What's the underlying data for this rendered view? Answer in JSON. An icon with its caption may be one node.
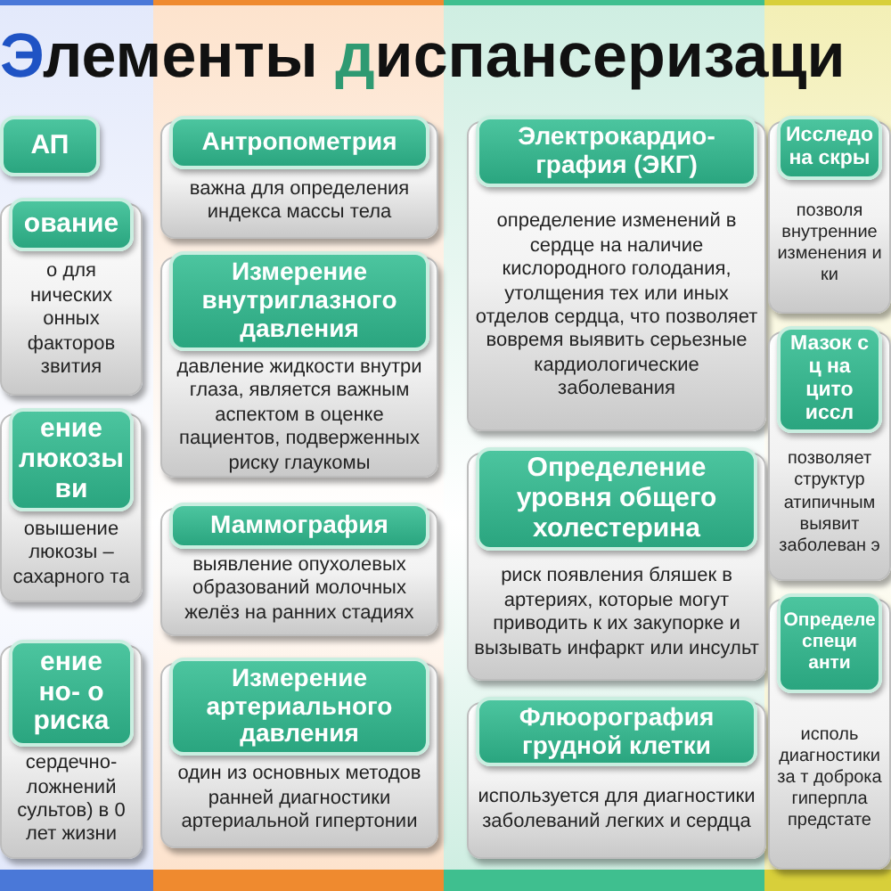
{
  "diagram": {
    "title": "Элементы диспансеризаци",
    "nodes": [
      {
        "text": [
          "АП"
        ]
      },
      {
        "text": [
          "ование",
          "о для нических онных факторов звития"
        ]
      },
      {
        "text": [
          "ение люкозы ви",
          "овышение люкозы – сахарного та"
        ]
      },
      {
        "text": [
          "ение но- о риска",
          "сердечно- ложнений сультов) в 0 лет жизни"
        ]
      },
      {
        "text": [
          "Антропометрия",
          "важна для определения индекса массы тела"
        ]
      },
      {
        "text": [
          "Измерение внутриглазного давления",
          "давление жидкости внутри глаза, является важным аспектом в оценке пациентов, подверженных риску глаукомы"
        ]
      },
      {
        "text": [
          "Маммография",
          "выявление опухолевых образований молочных желёз на ранних стадиях"
        ]
      },
      {
        "text": [
          "Измерение артериального давления",
          "один из основных методов ранней диагностики артериальной гипертонии"
        ]
      },
      {
        "text": [
          "Электрокардио- графия (ЭКГ)",
          "определение изменений в сердце на наличие кислородного голодания, утолщения тех или иных отделов сердца, что позволяет вовремя выявить серьезные кардиологические заболевания"
        ]
      },
      {
        "text": [
          "Определение уровня общего холестерина",
          "риск появления бляшек в артериях, которые могут приводить к их закупорке и вызывать инфаркт или инсульт"
        ]
      },
      {
        "text": [
          "Флюорография грудной клетки",
          "используется для диагностики заболеваний легких и сердца"
        ]
      },
      {
        "text": [
          "Исследо на скры",
          "позволя внутренние изменения и ки"
        ]
      },
      {
        "text": [
          "Мазок с ц на цито иссл",
          "позволяет структур атипичным выявит заболеван э"
        ]
      },
      {
        "text": [
          "Определе специ анти",
          "исполь диагностики за т доброка гиперпла предстате"
        ]
      }
    ]
  }
}
